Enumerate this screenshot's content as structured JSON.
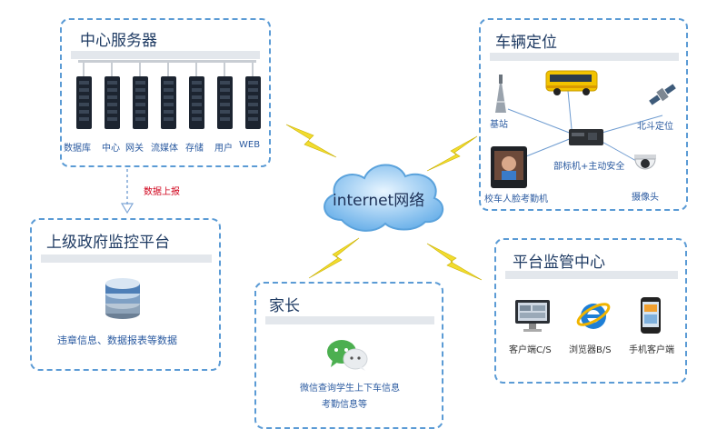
{
  "center_servers": {
    "title": "中心服务器",
    "server_labels": [
      "数据库",
      "中心",
      "网关",
      "流媒体",
      "存储",
      "用户",
      "WEB"
    ]
  },
  "report_label": "数据上报",
  "gov_platform": {
    "title": "上级政府监控平台",
    "caption": "违章信息、数据报表等数据"
  },
  "cloud": {
    "label": "internet网络"
  },
  "vehicle": {
    "title": "车辆定位",
    "base_station": "基站",
    "beidou": "北斗定位",
    "terminal": "部标机+主动安全",
    "face_device": "校车人脸考勤机",
    "camera": "摄像头"
  },
  "platform": {
    "title": "平台监管中心",
    "clients": [
      "客户端C/S",
      "浏览器B/S",
      "手机客户端"
    ]
  },
  "parents": {
    "title": "家长",
    "line1": "微信查询学生上下车信息",
    "line2": "考勤信息等"
  },
  "colors": {
    "border": "#5b9bd5",
    "title": "#1f3b63",
    "label": "#2a5aa0",
    "bolt": "#f2dc2e",
    "report": "#d0021b"
  }
}
